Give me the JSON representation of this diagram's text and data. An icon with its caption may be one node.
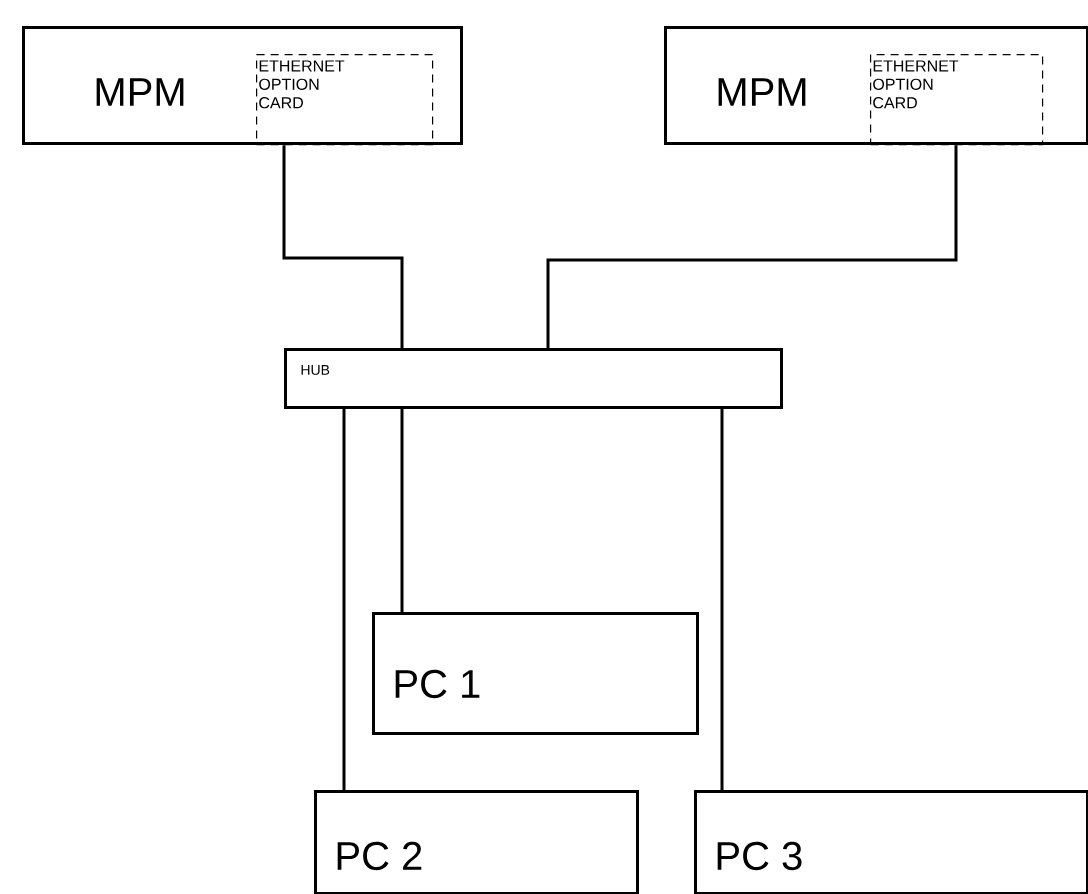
{
  "diagram": {
    "nodes": [
      {
        "text": [
          "MPM"
        ]
      },
      {
        "text": [
          "ETHERNET OPTION CARD"
        ],
        "in": 0
      },
      {
        "text": [
          "MPM"
        ]
      },
      {
        "text": [
          "ETHERNET OPTION CARD"
        ],
        "in": 2
      },
      {
        "text": [
          "HUB"
        ]
      },
      {
        "text": [
          "PC 1"
        ]
      },
      {
        "text": [
          "PC 2"
        ]
      },
      {
        "text": [
          "PC 3"
        ]
      }
    ],
    "edges": [
      {
        "from": 1,
        "to": 4,
        "arrow": "none"
      },
      {
        "from": 3,
        "to": 4,
        "arrow": "none"
      },
      {
        "from": 4,
        "to": 5,
        "arrow": "none"
      },
      {
        "from": 4,
        "to": 6,
        "arrow": "none"
      },
      {
        "from": 4,
        "to": 7,
        "arrow": "none"
      }
    ]
  }
}
